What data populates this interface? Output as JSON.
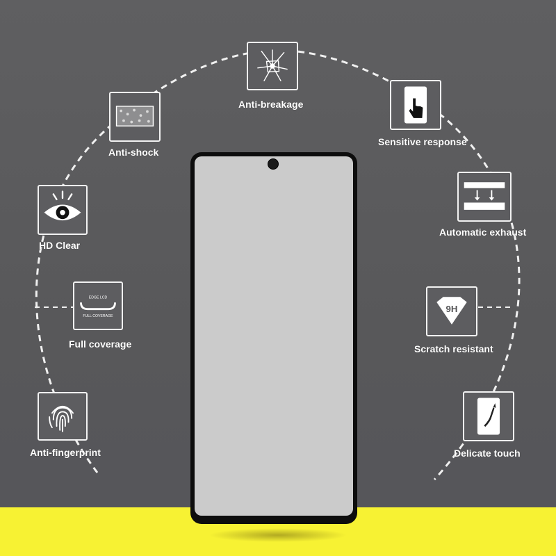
{
  "colors": {
    "background": "#5b5b5d",
    "floor": "#f7f233",
    "outline": "#f2f2f2",
    "phone_frame": "#0d0d0d",
    "phone_screen": "#cbcbcb"
  },
  "features": {
    "anti_breakage": {
      "label": "Anti-breakage",
      "icon": "cracked-glass-icon"
    },
    "anti_shock": {
      "label": "Anti-shock",
      "icon": "shock-absorbing-layer-icon"
    },
    "sensitive_response": {
      "label": "Sensitive response",
      "icon": "finger-touch-icon"
    },
    "hd_clear": {
      "label": "HD Clear",
      "icon": "eye-icon"
    },
    "automatic_exhaust": {
      "label": "Automatic exhaust",
      "icon": "layers-press-icon"
    },
    "full_coverage": {
      "label": "Full coverage",
      "icon": "full-coverage-glass-icon",
      "badge_top": "EDGE LCD",
      "badge_bottom": "FULL COVERAGE"
    },
    "scratch_resistant": {
      "label": "Scratch resistant",
      "icon": "diamond-9h-icon",
      "hardness": "9H"
    },
    "anti_fingerprint": {
      "label": "Anti-fingerprint",
      "icon": "fingerprint-icon"
    },
    "delicate_touch": {
      "label": "Delicate touch",
      "icon": "stylus-touch-icon"
    }
  }
}
